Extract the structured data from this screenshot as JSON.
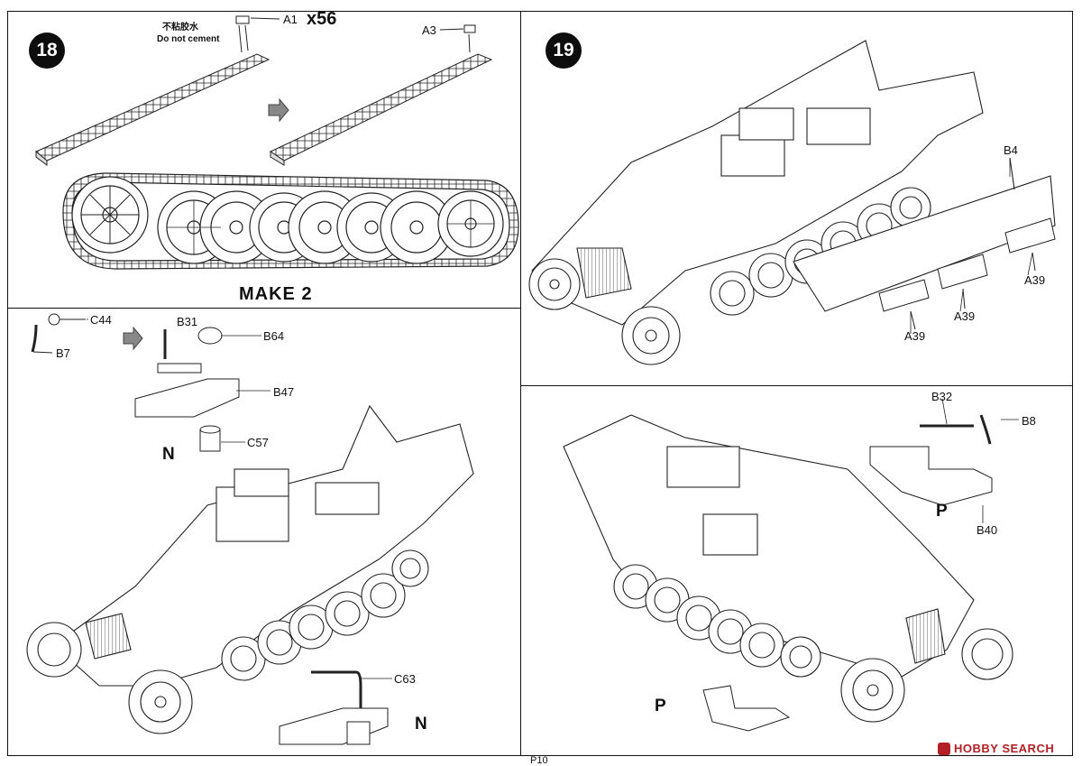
{
  "page": {
    "page_number": "P10",
    "watermark": "HOBBY SEARCH"
  },
  "step18": {
    "number": "18",
    "parts": {
      "a1": "A1",
      "a1_quantity": "x56",
      "a3": "A3"
    },
    "note_cn": "不粘胶水",
    "note_en": "Do not cement",
    "make_label": "MAKE 2"
  },
  "step19": {
    "number": "19",
    "parts": {
      "b4": "B4",
      "a39_right": "A39",
      "a39_middle": "A39",
      "a39_left": "A39"
    }
  },
  "sub_bottom_left": {
    "parts": {
      "c44": "C44",
      "b7": "B7",
      "b31": "B31",
      "b64": "B64",
      "b47": "B47",
      "c57": "C57",
      "c63": "C63"
    },
    "marker_n_top": "N",
    "marker_n_bottom": "N"
  },
  "sub_bottom_right": {
    "parts": {
      "b32": "B32",
      "b8": "B8",
      "b40": "B40"
    },
    "marker_p_top": "P",
    "marker_p_bottom": "P"
  }
}
